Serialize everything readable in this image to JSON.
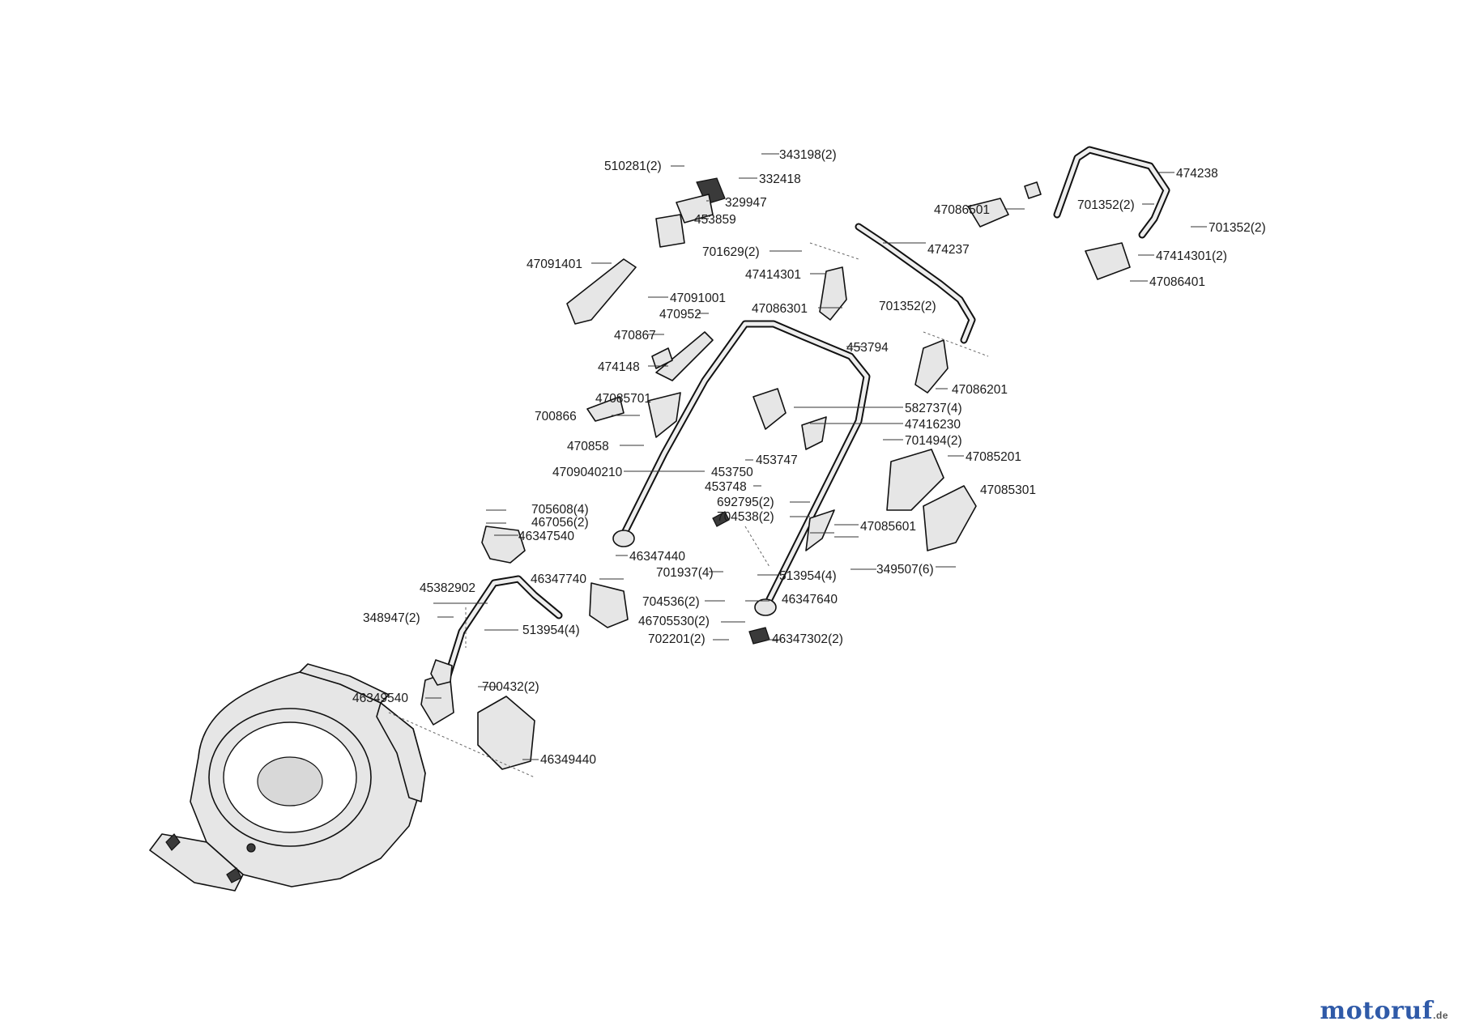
{
  "diagram": {
    "parts": [
      "343198(2)",
      "510281(2)",
      "332418",
      "329947",
      "453859",
      "474238",
      "47086501",
      "701352(2)",
      "701352(2)",
      "474237",
      "701629(2)",
      "47414301",
      "47414301(2)",
      "47086401",
      "47091401",
      "47091001",
      "47086301",
      "701352(2)",
      "470952",
      "470867",
      "453794",
      "474148",
      "47086201",
      "47085701",
      "582737(4)",
      "700866",
      "47416230",
      "470858",
      "701494(2)",
      "453747",
      "47085201",
      "4709040210",
      "453750",
      "453748",
      "47085301",
      "692795(2)",
      "704538(2)",
      "705608(4)",
      "467056(2)",
      "46347540",
      "47085601",
      "46347440",
      "701937(4)",
      "349507(6)",
      "513954(4)",
      "46347740",
      "45382902",
      "46347640",
      "704536(2)",
      "348947(2)",
      "513954(4)",
      "46705530(2)",
      "702201(2)",
      "46347302(2)",
      "700432(2)",
      "46349540",
      "46349440"
    ]
  },
  "logo": {
    "main": "motoruf",
    "suffix": ".de"
  }
}
